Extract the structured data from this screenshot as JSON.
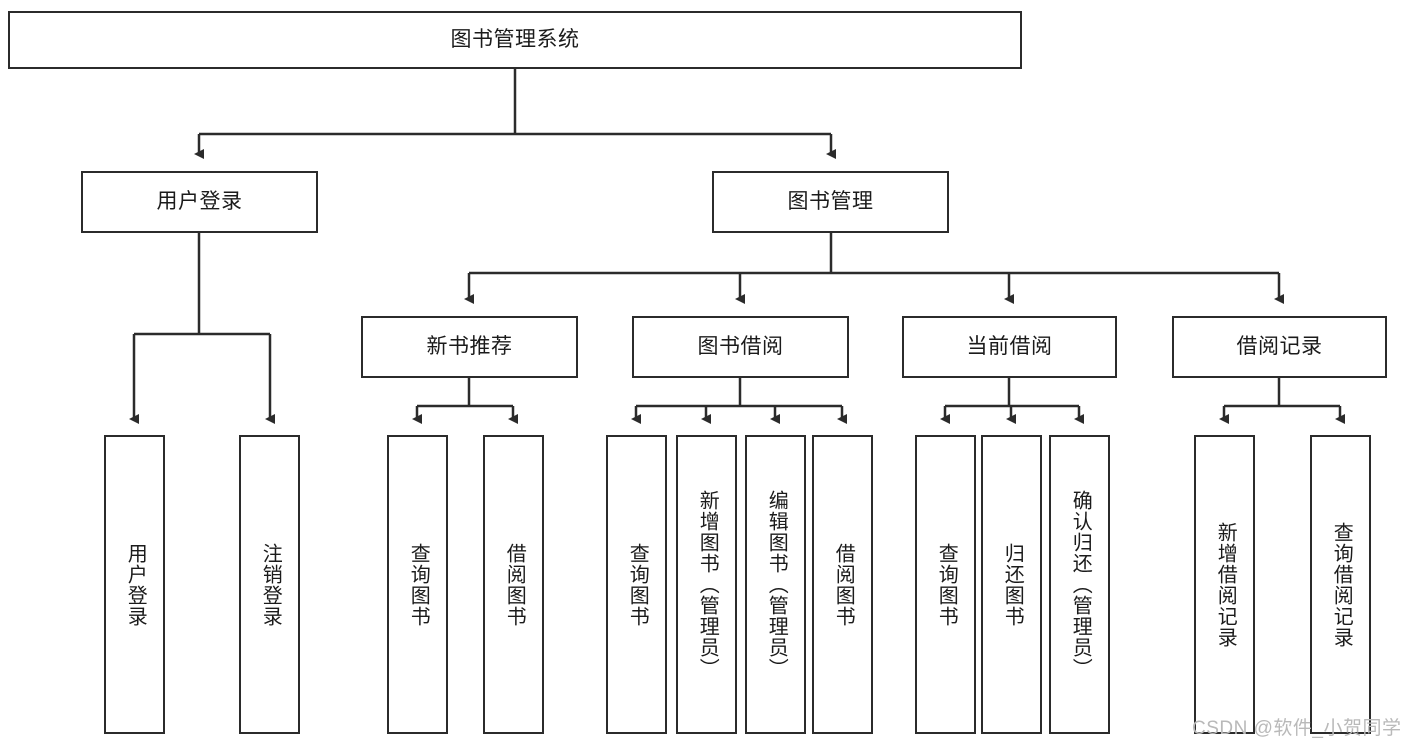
{
  "diagram": {
    "title": "图书管理系统",
    "type": "hierarchy-tree",
    "stroke_color": "#2b2b2b",
    "text_color": "#1b1b1b",
    "background_color": "#ffffff"
  },
  "nodes": {
    "root": {
      "label": "图书管理系统"
    },
    "level1": [
      {
        "id": "user-login",
        "label": "用户登录"
      },
      {
        "id": "book-management",
        "label": "图书管理"
      }
    ],
    "level2": [
      {
        "id": "new-book-recommend",
        "label": "新书推荐"
      },
      {
        "id": "book-borrow",
        "label": "图书借阅"
      },
      {
        "id": "current-borrow",
        "label": "当前借阅"
      },
      {
        "id": "borrow-record",
        "label": "借阅记录"
      }
    ],
    "leaves": {
      "user_login": [
        {
          "id": "leaf-user-login",
          "label": "用户登录"
        },
        {
          "id": "leaf-logout-login",
          "label": "注销登录"
        }
      ],
      "new_book_recommend": [
        {
          "id": "leaf-query-book-1",
          "label": "查询图书"
        },
        {
          "id": "leaf-borrow-book-1",
          "label": "借阅图书"
        }
      ],
      "book_borrow": [
        {
          "id": "leaf-query-book-2",
          "label": "查询图书"
        },
        {
          "id": "leaf-add-book",
          "label": "新增图书（管理员）"
        },
        {
          "id": "leaf-edit-book",
          "label": "编辑图书（管理员）"
        },
        {
          "id": "leaf-borrow-book-2",
          "label": "借阅图书"
        }
      ],
      "current_borrow": [
        {
          "id": "leaf-query-book-3",
          "label": "查询图书"
        },
        {
          "id": "leaf-return-book",
          "label": "归还图书"
        },
        {
          "id": "leaf-confirm-return",
          "label": "确认归还（管理员）"
        }
      ],
      "borrow_record": [
        {
          "id": "leaf-add-record",
          "label": "新增借阅记录"
        },
        {
          "id": "leaf-query-record",
          "label": "查询借阅记录"
        }
      ]
    }
  },
  "watermark": {
    "text": "CSDN @软件_小贺同学"
  }
}
